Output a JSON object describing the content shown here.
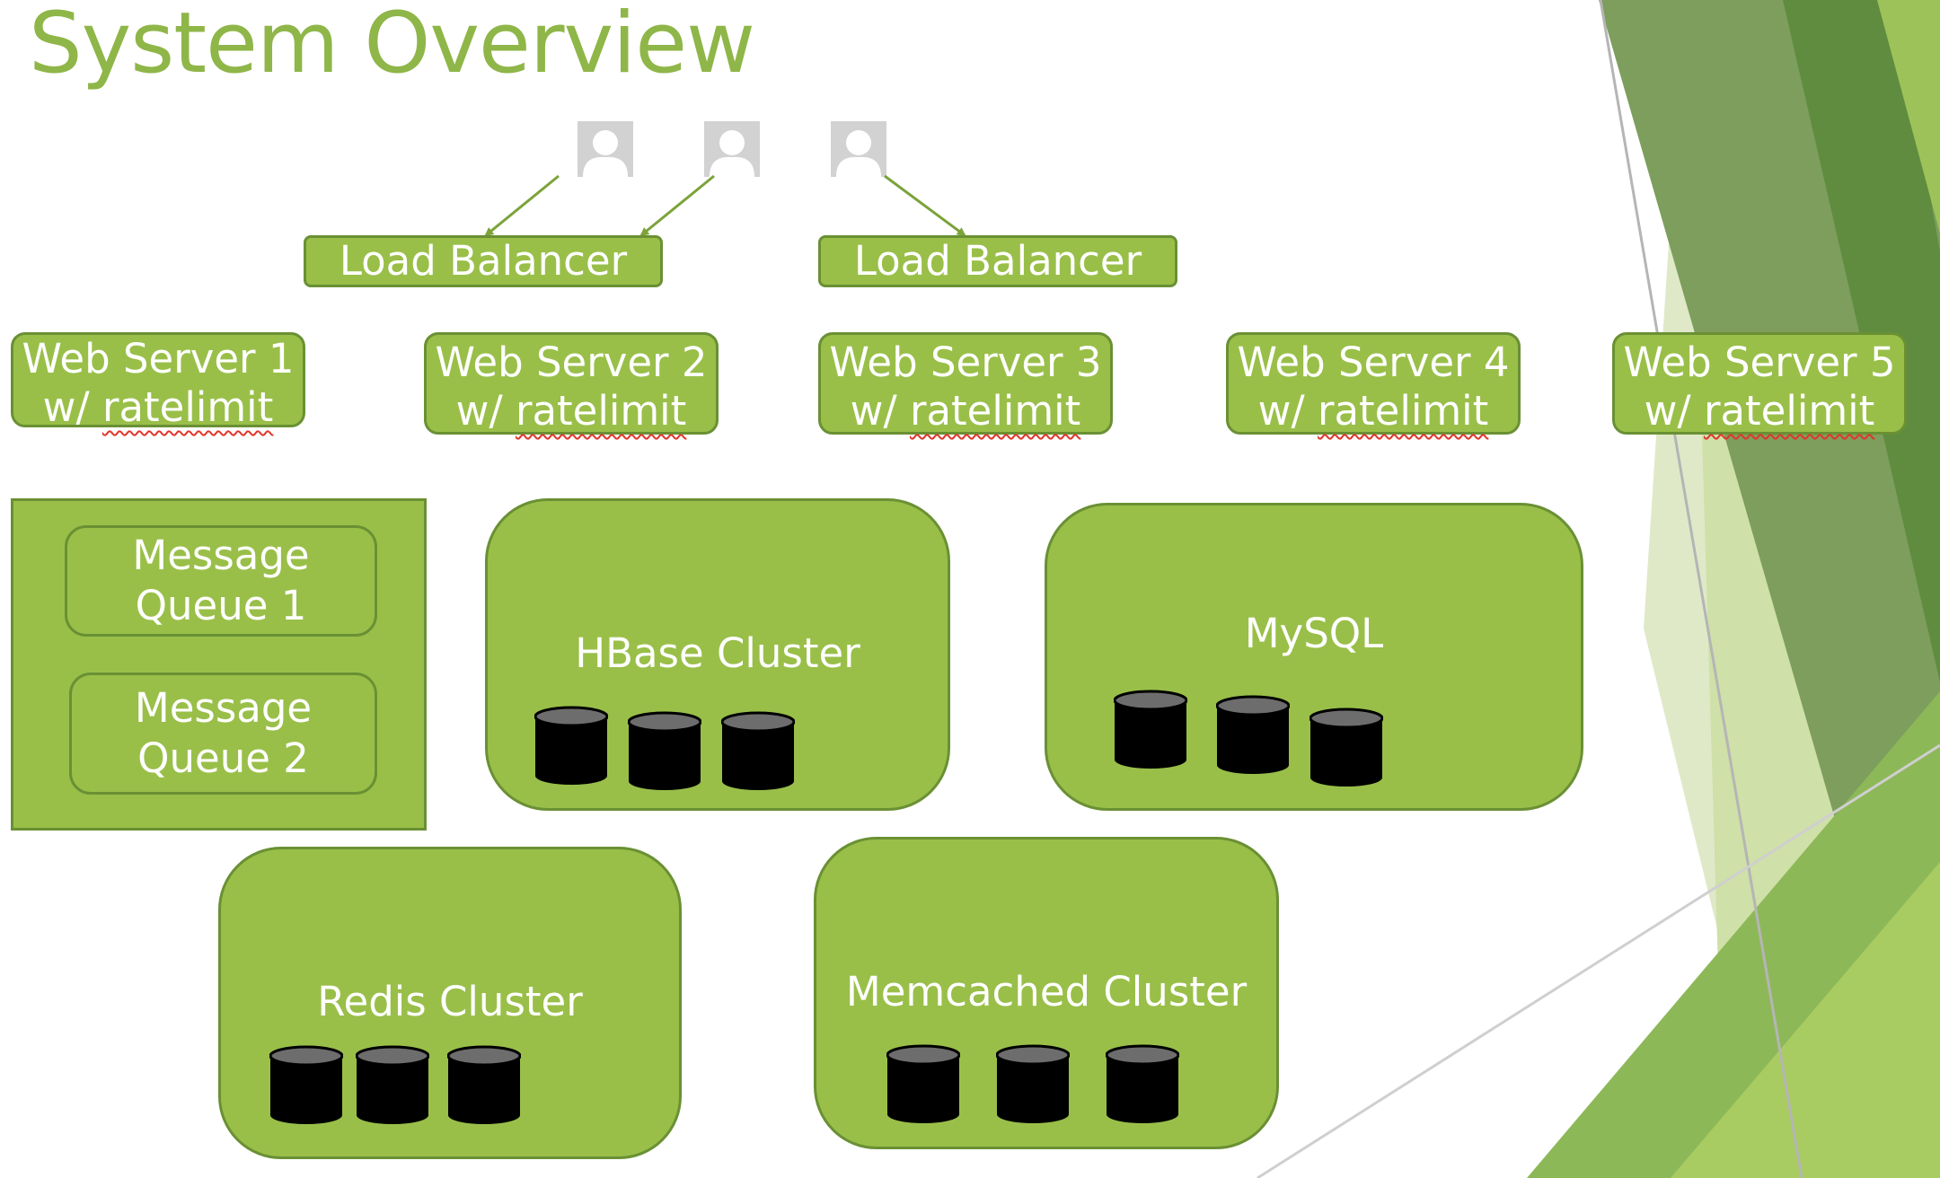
{
  "title": "System Overview",
  "users": [
    "user-icon",
    "user-icon",
    "user-icon"
  ],
  "load_balancers": [
    {
      "label": "Load Balancer"
    },
    {
      "label": "Load Balancer"
    }
  ],
  "web_servers": [
    {
      "line1": "Web Server 1",
      "prefix": "w/ ",
      "word": "ratelimit"
    },
    {
      "line1": "Web Server 2",
      "prefix": "w/ ",
      "word": "ratelimit"
    },
    {
      "line1": "Web Server 3",
      "prefix": "w/ ",
      "word": "ratelimit"
    },
    {
      "line1": "Web Server 4",
      "prefix": "w/ ",
      "word": "ratelimit"
    },
    {
      "line1": "Web Server 5",
      "prefix": "w/ ",
      "word": "ratelimit"
    }
  ],
  "message_queues": [
    {
      "line1": "Message",
      "line2": "Queue 1"
    },
    {
      "line1": "Message",
      "line2": "Queue 2"
    }
  ],
  "clusters": {
    "hbase": {
      "label": "HBase Cluster",
      "db_count": 3
    },
    "mysql": {
      "label": "MySQL",
      "db_count": 3
    },
    "redis": {
      "label": "Redis Cluster",
      "db_count": 3
    },
    "memcached": {
      "label": "Memcached Cluster",
      "db_count": 3
    }
  },
  "colors": {
    "node_fill": "#99bf49",
    "node_border": "#6a9034",
    "title": "#8fb648",
    "user_icon": "#d2d2d2",
    "database": "#000000",
    "database_top": "#6d6d6d",
    "spellcheck": "#e0352b"
  }
}
